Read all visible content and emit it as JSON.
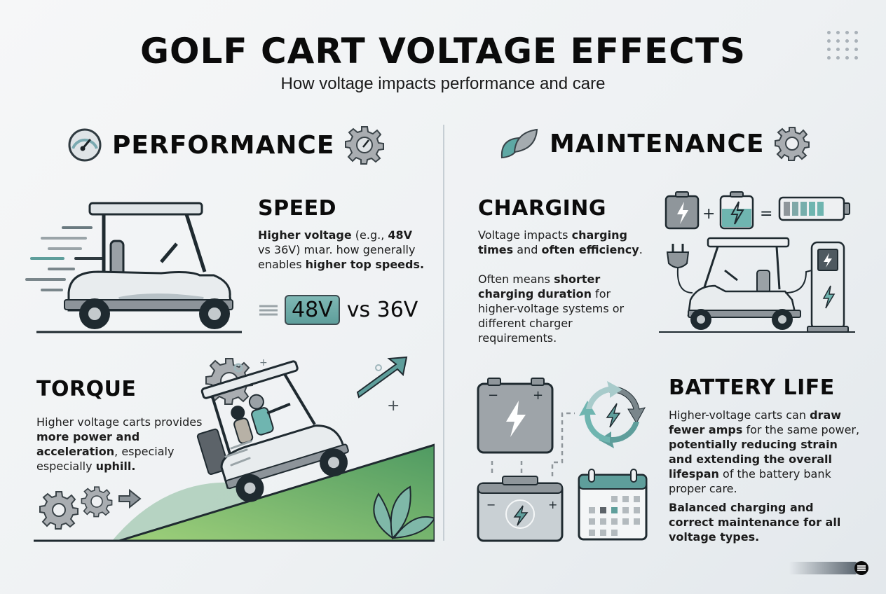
{
  "header": {
    "title": "GOLF CART VOLTAGE EFFECTS",
    "subtitle": "How voltage impacts performance and care"
  },
  "performance": {
    "section_title": "PERFORMANCE",
    "icons": [
      "speedometer-icon",
      "gear-gauge-icon"
    ],
    "speed": {
      "heading": "SPEED",
      "text_parts": [
        {
          "text": "Higher voltage",
          "bold": true
        },
        {
          "text": " (e.g., ",
          "bold": false
        },
        {
          "text": "48V",
          "bold": true
        },
        {
          "text": " vs 36V) mιar. how generally enables ",
          "bold": false
        },
        {
          "text": "higher top speeds.",
          "bold": true
        }
      ],
      "badge_high": "48V",
      "badge_vs": "vs 36V"
    },
    "torque": {
      "heading": "TORQUE",
      "text_parts": [
        {
          "text": "Higher voltage carts provides ",
          "bold": false
        },
        {
          "text": "more power and acceleration",
          "bold": true
        },
        {
          "text": ", especialy especially ",
          "bold": false
        },
        {
          "text": "uphill.",
          "bold": true
        }
      ]
    }
  },
  "maintenance": {
    "section_title": "MAINTENANCE",
    "icons": [
      "leaf-icon",
      "gear-icon"
    ],
    "charging": {
      "heading": "CHARGING",
      "para1": [
        {
          "text": "Voltage impacts ",
          "bold": false
        },
        {
          "text": "charging times",
          "bold": true
        },
        {
          "text": " and ",
          "bold": false
        },
        {
          "text": "often efficiency",
          "bold": true
        },
        {
          "text": ".",
          "bold": false
        }
      ],
      "para2": [
        {
          "text": "Often means ",
          "bold": false
        },
        {
          "text": "shorter charging duration",
          "bold": true
        },
        {
          "text": " for higher-voltage systems or different charger requirements.",
          "bold": false
        }
      ],
      "equation_symbols": [
        "+",
        "="
      ]
    },
    "battery_life": {
      "heading": "BATTERY LIFE",
      "para1": [
        {
          "text": "Higher-voltage carts can ",
          "bold": false
        },
        {
          "text": "draw fewer amps",
          "bold": true
        },
        {
          "text": " for the same power, ",
          "bold": false
        },
        {
          "text": "potentially reducing strain and extending the overall lifespan",
          "bold": true
        },
        {
          "text": " of the battery bank proper care.",
          "bold": false
        }
      ],
      "para2": [
        {
          "text": "Balanced charging and correct maintenance for all voltage types.",
          "bold": true
        }
      ]
    }
  },
  "colors": {
    "accent_teal": "#5e9e9b",
    "hill_green": "#6fae5a",
    "ink": "#0b0b0b",
    "gear_gray": "#9a9fa3"
  }
}
